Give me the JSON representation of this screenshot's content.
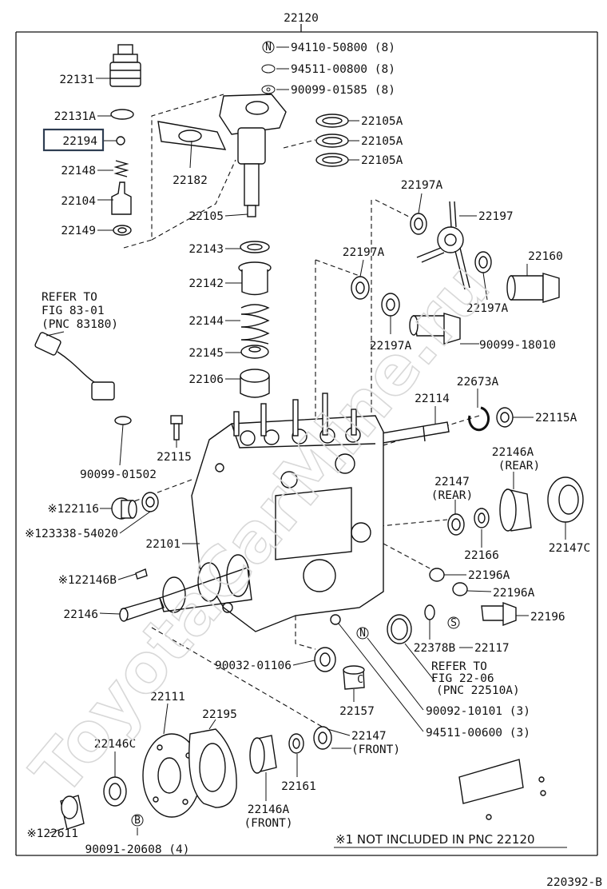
{
  "header_part": "22120",
  "footer_code": "220392-B",
  "note": "※1 NOT INCLUDED IN PNC 22120",
  "watermark": "ToyotaCarMine.ru",
  "labels": {
    "p94110": "94110-50800 (8)",
    "p94511a": "94511-00800 (8)",
    "p90099a": "90099-01585 (8)",
    "p22131": "22131",
    "p22131A": "22131A",
    "p22194": "22194",
    "p22148": "22148",
    "p22104": "22104",
    "p22149": "22149",
    "p22182": "22182",
    "p22105": "22105",
    "p22105A1": "22105A",
    "p22105A2": "22105A",
    "p22105A3": "22105A",
    "p22143": "22143",
    "p22142": "22142",
    "p22144": "22144",
    "p22145": "22145",
    "p22106": "22106",
    "p22197A1": "22197A",
    "p22197": "22197",
    "p22197A2": "22197A",
    "p22160": "22160",
    "p22197A3": "22197A",
    "p22197A4": "22197A",
    "p90099b": "90099-18010",
    "refer1a": "REFER TO",
    "refer1b": "FIG 83-01",
    "refer1c": "(PNC 83180)",
    "p90099c": "90099-01502",
    "p22115": "22115",
    "p22114": "22114",
    "p22673A": "22673A",
    "p22115A": "22115A",
    "p22146A_rear1": "22146A",
    "p22146A_rear2": "(REAR)",
    "p22147_rear1": "22147",
    "p22147_rear2": "(REAR)",
    "p22116": "※122116",
    "p123338": "※123338-54020",
    "p22101": "22101",
    "p22166": "22166",
    "p22147C": "22147C",
    "p22196A1": "22196A",
    "p22196A2": "22196A",
    "p22146B": "※122146B",
    "p22146": "22146",
    "p22196": "22196",
    "p22378B": "22378B",
    "p22117": "22117",
    "p90032": "90032-01106",
    "refer2a": "REFER TO",
    "refer2b": "FIG 22-06",
    "refer2c": "(PNC 22510A)",
    "p22157": "22157",
    "p90092": "90092-10101 (3)",
    "p94511b": "94511-00600 (3)",
    "p22111": "22111",
    "p22195": "22195",
    "p22147_front1": "22147",
    "p22147_front2": "(FRONT)",
    "p22146C": "22146C",
    "p22161": "22161",
    "p22146A_front1": "22146A",
    "p22146A_front2": "(FRONT)",
    "p122611": "※122611",
    "p90091": "90091-20608 (4)",
    "sym_n1": "N",
    "sym_n2": "N",
    "sym_s": "S",
    "sym_b": "B",
    "sym_c": "C"
  },
  "highlight_part": "22194",
  "colors": {
    "line": "#111111",
    "highlight_box": "#2e3d52",
    "watermark": "#d8d8d8"
  }
}
